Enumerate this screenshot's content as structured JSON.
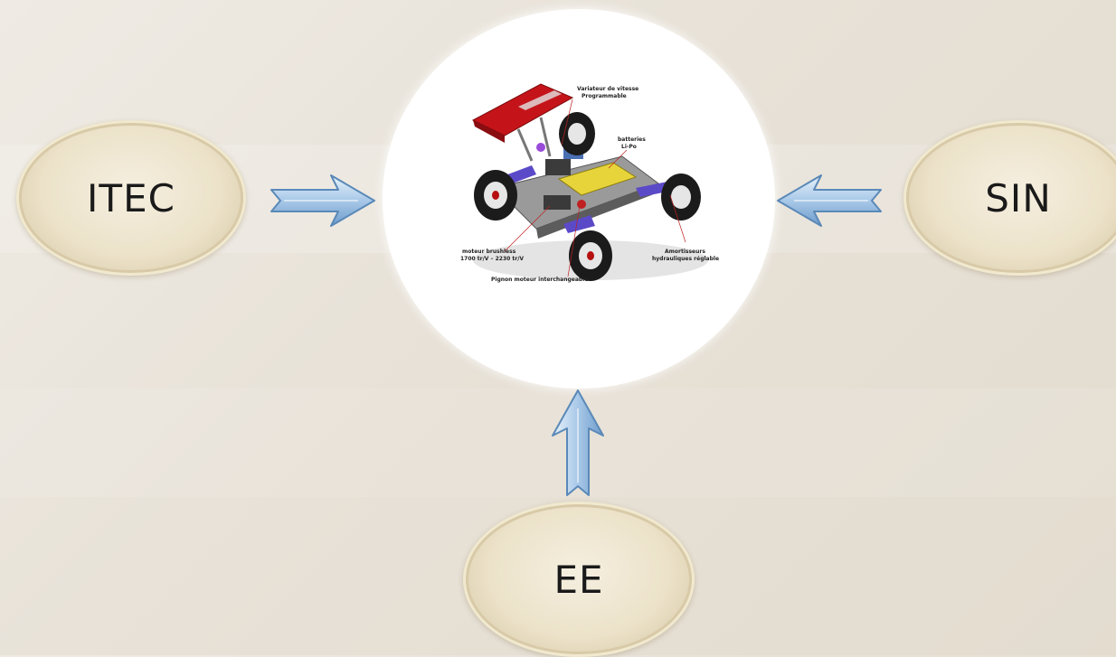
{
  "nodes": {
    "left": "ITEC",
    "right": "SIN",
    "bottom": "EE"
  },
  "center_image": {
    "annotations": {
      "speed_controller": [
        "Variateur de vitesse",
        "Programmable"
      ],
      "batteries": [
        "batteries",
        "Li-Po"
      ],
      "motor": [
        "moteur brushless",
        "1700 tr/V – 2230 tr/V"
      ],
      "shocks": [
        "Amortisseurs",
        "hydrauliques réglable"
      ],
      "pinion": [
        "Pignon moteur interchangeable"
      ]
    }
  },
  "colors": {
    "arrow_fill": "#a8c8e8",
    "arrow_stroke": "#5a89b8",
    "oval_fill": "#ece2c9",
    "background": "#e9e3d9"
  }
}
